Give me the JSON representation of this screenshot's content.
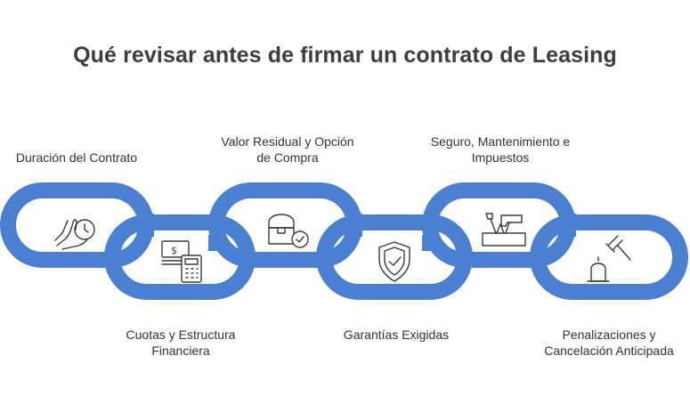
{
  "title": "Qué revisar antes de firmar un contrato de Leasing",
  "colors": {
    "link": "#4a7fd1",
    "link_inner": "#ffffff",
    "icon": "#3a3a3a",
    "text": "#333333"
  },
  "links": [
    {
      "label": "Duración del Contrato",
      "icon": "hand-clock-icon"
    },
    {
      "label": "Cuotas y Estructura\nFinanciera",
      "icon": "money-calculator-icon"
    },
    {
      "label": "Valor Residual y Opción\nde Compra",
      "icon": "chest-check-icon"
    },
    {
      "label": "Garantías Exigidas",
      "icon": "shield-check-icon"
    },
    {
      "label": "Seguro, Mantenimiento e\nImpuestos",
      "icon": "toolbox-icon"
    },
    {
      "label": "Penalizaciones y\nCancelación Anticipada",
      "icon": "gavel-icon"
    }
  ]
}
